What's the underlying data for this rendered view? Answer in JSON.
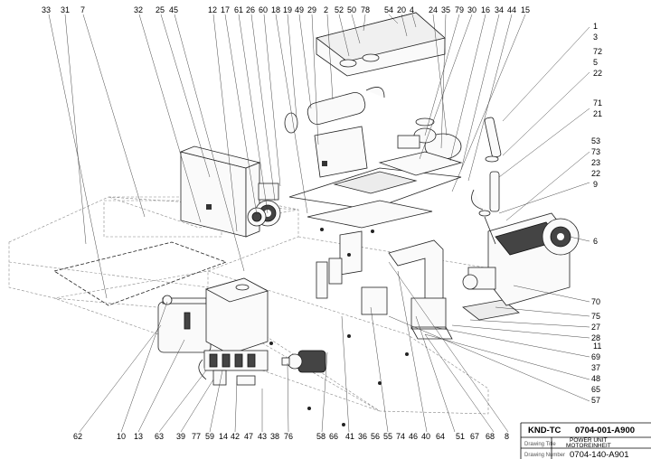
{
  "callouts_top": [
    "33",
    "31",
    "7",
    "32",
    "25",
    "45",
    "12",
    "17",
    "61",
    "26",
    "60",
    "18",
    "19",
    "49",
    "29",
    "2",
    "52",
    "50",
    "78",
    "54",
    "20",
    "4",
    "24",
    "35",
    "79",
    "30",
    "16",
    "34",
    "44",
    "15"
  ],
  "callouts_right": [
    "1",
    "3",
    "72",
    "5",
    "22",
    "71",
    "21",
    "53",
    "73",
    "23",
    "22",
    "9",
    "6",
    "70",
    "75",
    "27",
    "28",
    "11",
    "69",
    "37",
    "48",
    "65",
    "57"
  ],
  "callouts_bottom": [
    "62",
    "10",
    "13",
    "63",
    "39",
    "77",
    "59",
    "14",
    "42",
    "47",
    "43",
    "38",
    "76",
    "58",
    "66",
    "41",
    "36",
    "56",
    "55",
    "74",
    "46",
    "40",
    "64",
    "51",
    "67",
    "68",
    "8"
  ],
  "title_block": {
    "code": "KND-TC",
    "drawing_no": "0704-001-A900",
    "drawing_title_label": "Drawing Title",
    "drawing_number_label": "Drawing Number",
    "description_en": "POWER UNIT",
    "description_de": "MOTOREINHEIT",
    "number": "0704-140-A901"
  }
}
